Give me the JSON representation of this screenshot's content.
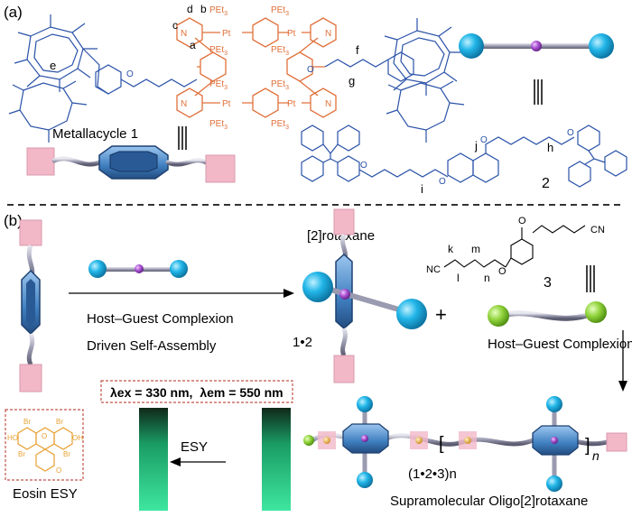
{
  "panel_a": {
    "label": "(a)",
    "metallacycle_label": "Metallacycle 1",
    "pet3": "PEt",
    "pet3_sub": "3",
    "pt": "Pt",
    "n": "N",
    "proton_labels": {
      "a": "a",
      "b": "b",
      "c": "c",
      "d": "d",
      "e": "e",
      "f": "f",
      "g": "g",
      "h": "h",
      "i": "i",
      "j": "j"
    },
    "guest_number": "2"
  },
  "panel_b": {
    "label": "(b)",
    "arrow1_line1": "Host–Guest Complexion",
    "arrow1_line2": "Driven Self-Assembly",
    "rotaxane_label": "[2]rotaxane",
    "complex_label": "1•2",
    "plus": "+",
    "linker_number": "3",
    "linker_letters": {
      "k": "k",
      "l": "l",
      "m": "m",
      "n": "n"
    },
    "linker_groups": {
      "nc": "NC",
      "cn": "CN",
      "o": "O"
    },
    "arrow2_label": "Host–Guest Complexion",
    "lambda_ex": "λex = 330 nm,",
    "lambda_em": "λem = 550 nm",
    "esy_arrow_label": "ESY",
    "eosin_label": "Eosin ESY",
    "eosin_atoms": {
      "br": "Br",
      "ho": "HO",
      "oh": "OH",
      "o": "O"
    },
    "polymer_label": "(1•2•3)n",
    "oligo_label": "Supramolecular Oligo[2]rotaxane",
    "repeat_n": "n"
  },
  "colors": {
    "host_blue": "#2a52a8",
    "platinum_orange": "#e0703a",
    "cyan_sphere": "#21b6e8",
    "magenta_sphere": "#a84fd0",
    "pink_stopper": "#f2b8c8",
    "green_sphere": "#8fd23a",
    "eosin_orange": "#e8a032",
    "fluorescence": "#3ee6a0",
    "separator": "#333333"
  }
}
